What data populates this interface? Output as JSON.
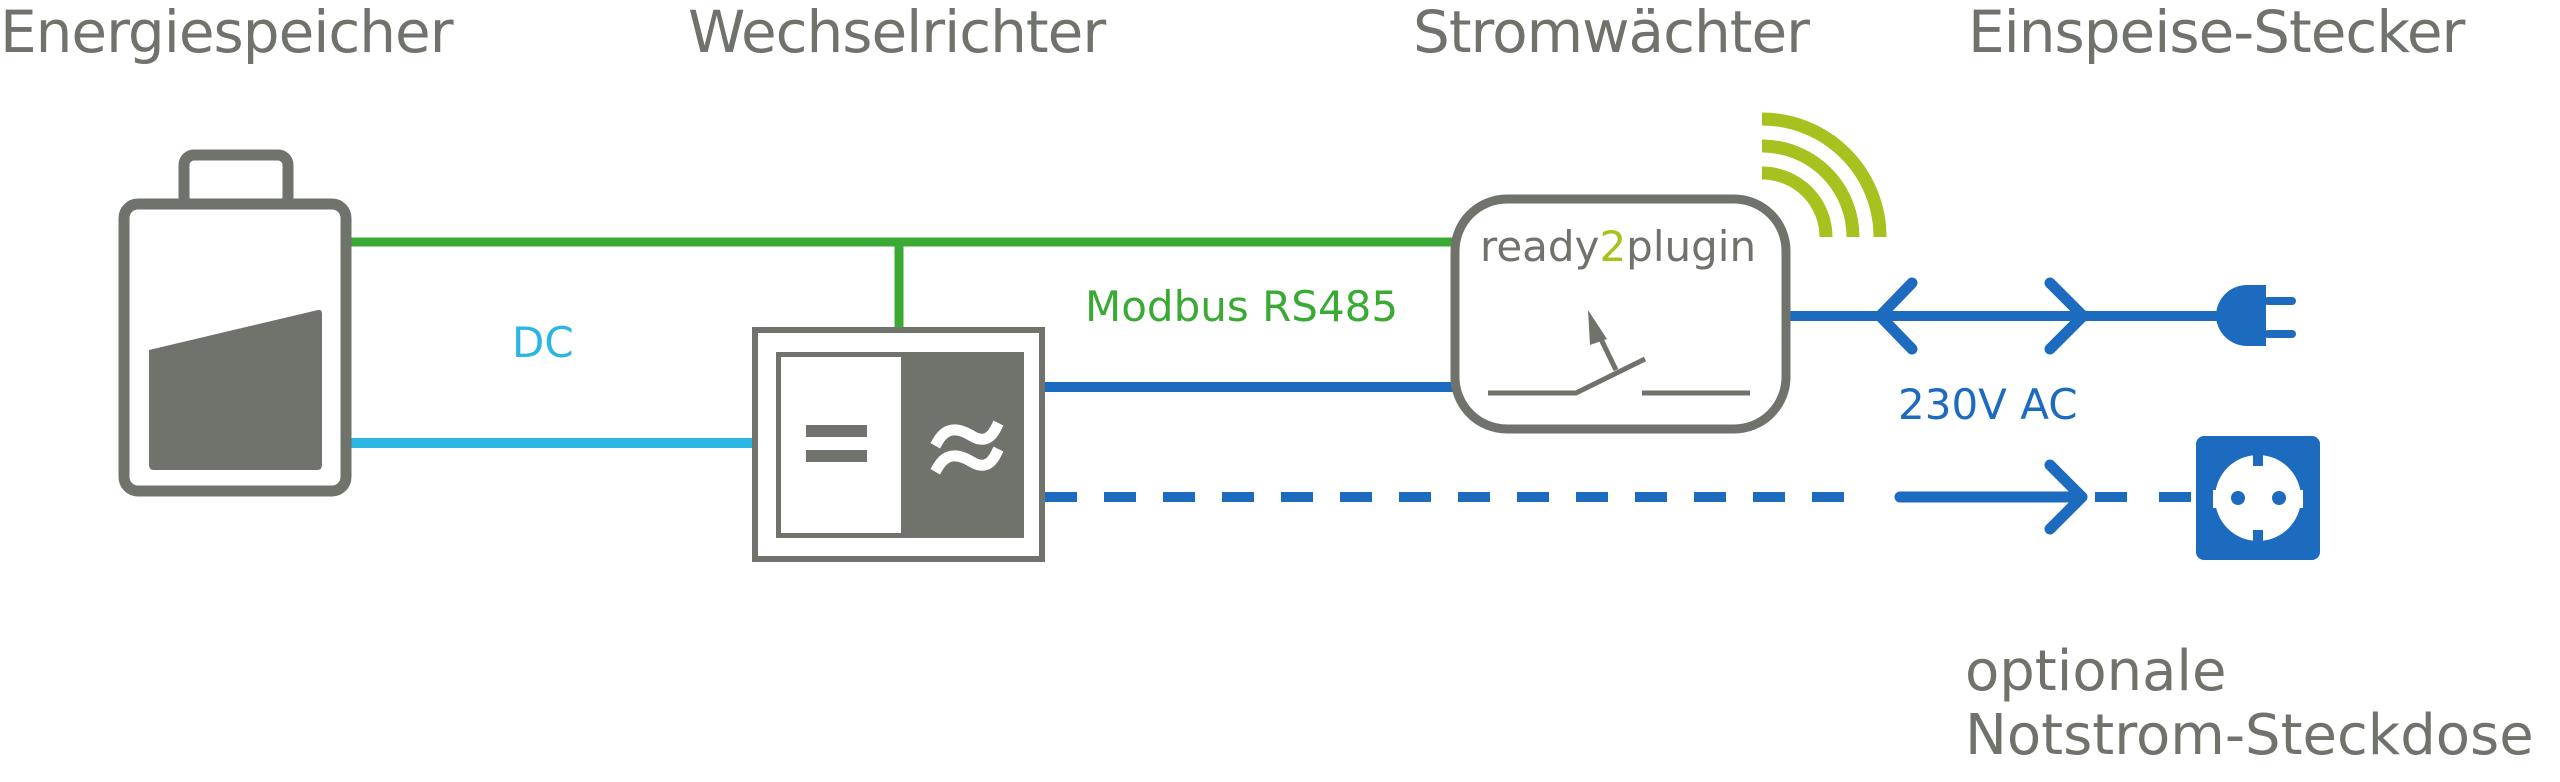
{
  "headings": {
    "storage": "Energiespeicher",
    "inverter": "Wechselrichter",
    "monitor": "Stromwächter",
    "plug": "Einspeise-Stecker"
  },
  "labels": {
    "dc": "DC",
    "modbus": "Modbus RS485",
    "ac": "230V AC",
    "optional_line1": "optionale",
    "optional_line2": "Notstrom-Steckdose"
  },
  "device": {
    "brand_prefix": "ready",
    "brand_digit": "2",
    "brand_suffix": "plugin"
  },
  "icons": {
    "battery": "battery-icon",
    "inverter": "inverter-icon",
    "wifi": "wifi-icon",
    "switch": "switch-icon",
    "plug": "plug-icon",
    "socket": "socket-icon"
  },
  "colors": {
    "gray": "#6f736c",
    "green": "#3aaa35",
    "lime": "#a7c11f",
    "light_blue": "#2bb5e3",
    "blue": "#1d6bbf"
  }
}
